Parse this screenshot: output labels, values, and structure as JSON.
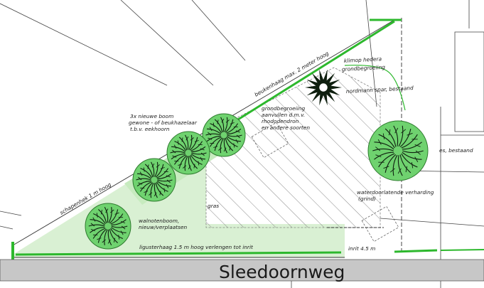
{
  "street": "Sleedoornweg",
  "labels": {
    "beukenhaag": "beukenhaag max. 2 meter hoog",
    "klimop_1": "klimop hedera",
    "klimop_2": "grondbegroeiing",
    "nordmann": "nordmann spar, bestaand",
    "grondbeg_1": "grondbegroeiing",
    "grondbeg_2": "aanvullen d.m.v.",
    "grondbeg_3": "rhododendron",
    "grondbeg_4": "en andere soorten",
    "nieuwe_1": "3x nieuwe boom",
    "nieuwe_2": "gewone - of beukhazelaar",
    "nieuwe_3": "t.b.v. eekhoorn",
    "es": "es, bestaand",
    "schapenhek": "schapenhek 1 m hoog",
    "gras": "gras",
    "verharding_1": "waterdoorlatende verharding",
    "verharding_2": "(grind)",
    "walnoot_1": "walnotenboom,",
    "walnoot_2": "nieuw/verplaatsen",
    "ligusterhaag": "ligusterhaag 1.5 m hoog verlengen tot inrit",
    "inrit": "inrit 4.5 m"
  },
  "colors": {
    "lawn": "#d9f0d3",
    "hedge": "#2db82d",
    "tree_fill": "#6fd26f",
    "road": "#c7c7c7",
    "line": "#333333",
    "hatch": "#8a8a8a"
  },
  "icons": {
    "tree": "tree-canopy-icon",
    "conifer": "conifer-icon"
  }
}
